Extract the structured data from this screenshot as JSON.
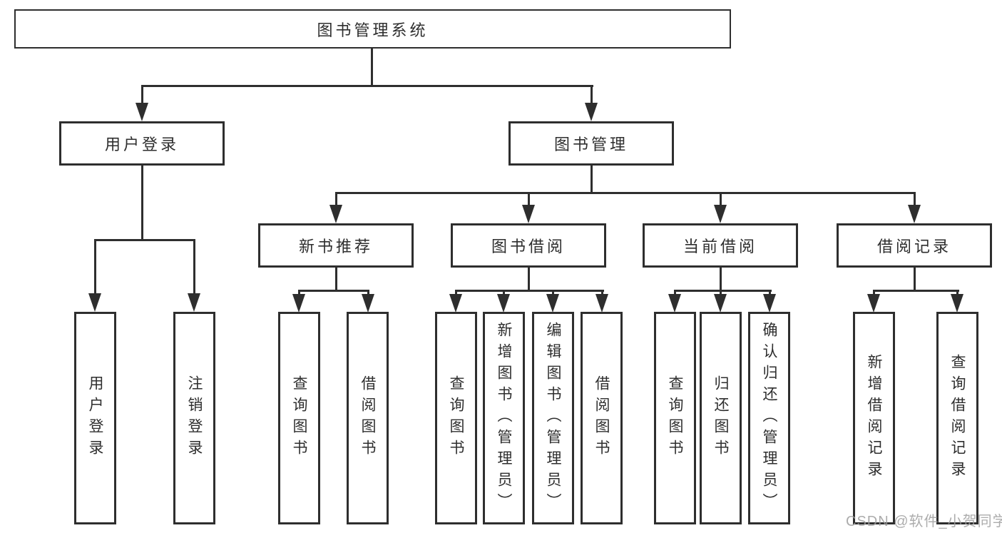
{
  "title": "图书管理系统",
  "watermark": "CSDN @软件_小贺同学",
  "colors": {
    "line": "#2e2e2e",
    "text": "#2e2e2e",
    "background": "#ffffff",
    "watermark": "#9e9e9e"
  },
  "tree": {
    "root": {
      "label": "图书管理系统"
    },
    "branches": [
      {
        "label": "用户登录",
        "leaves": [
          {
            "label": "用户登录"
          },
          {
            "label": "注销登录"
          }
        ]
      },
      {
        "label": "图书管理",
        "groups": [
          {
            "label": "新书推荐",
            "leaves": [
              {
                "label": "查询图书"
              },
              {
                "label": "借阅图书"
              }
            ]
          },
          {
            "label": "图书借阅",
            "leaves": [
              {
                "label": "查询图书"
              },
              {
                "label": "新增图书（管理员）"
              },
              {
                "label": "编辑图书（管理员）"
              },
              {
                "label": "借阅图书"
              }
            ]
          },
          {
            "label": "当前借阅",
            "leaves": [
              {
                "label": "查询图书"
              },
              {
                "label": "归还图书"
              },
              {
                "label": "确认归还（管理员）"
              }
            ]
          },
          {
            "label": "借阅记录",
            "leaves": [
              {
                "label": "新增借阅记录"
              },
              {
                "label": "查询借阅记录"
              }
            ]
          }
        ]
      }
    ]
  }
}
